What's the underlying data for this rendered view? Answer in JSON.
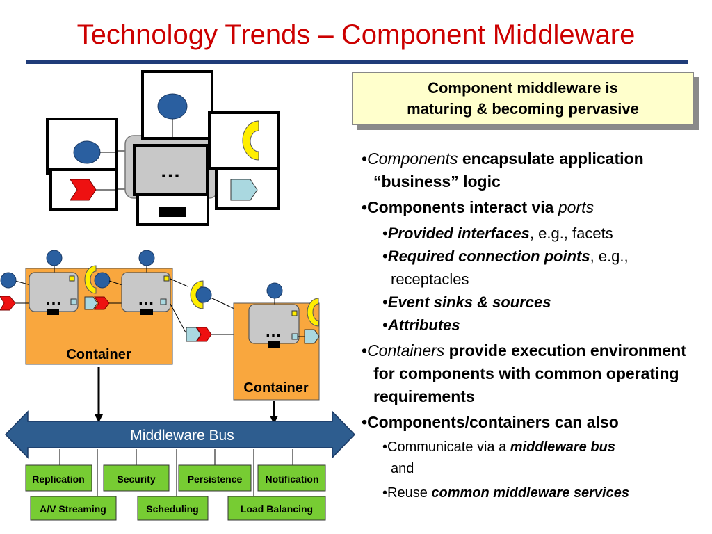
{
  "slide": {
    "title": "Technology Trends – Component Middleware"
  },
  "callout": {
    "line1": "Component middleware is",
    "line2": "maturing & becoming pervasive"
  },
  "diagram": {
    "ellipsis": "…",
    "container_label": "Container",
    "bus_label": "Middleware Bus",
    "services_row1": [
      "Replication",
      "Security",
      "Persistence",
      "Notification"
    ],
    "services_row2": [
      "A/V Streaming",
      "Scheduling",
      "Load Balancing"
    ],
    "colors": {
      "container_fill": "#f9a73e",
      "bus_fill": "#2e5d8f",
      "service_fill": "#77cc33",
      "port_blue": "#2a5fa0",
      "facet_yellow": "#ffee00",
      "source_red": "#ee1111",
      "receptacle_cyan": "#aad8e0"
    }
  },
  "bullets": {
    "b1": {
      "it": "Components",
      "rest": " encapsulate application “business” logic"
    },
    "b2": {
      "lead": "Components interact via ",
      "it": "ports"
    },
    "b2a": {
      "bi": "Provided interfaces",
      "rest": ", e.g., facets"
    },
    "b2b": {
      "bi": "Required connection points",
      "rest": ", e.g., receptacles"
    },
    "b2c": {
      "bi": "Event sinks & sources"
    },
    "b2d": {
      "bi": "Attributes"
    },
    "b3": {
      "it": "Containers",
      "rest": " provide execution environment for components with common operating requirements"
    },
    "b4": {
      "text": "Components/containers can also"
    },
    "b4a": {
      "lead": "Communicate via a ",
      "bi": "middleware bus",
      "rest": " and"
    },
    "b4b": {
      "lead": "Reuse ",
      "bi": "common middleware services"
    }
  }
}
